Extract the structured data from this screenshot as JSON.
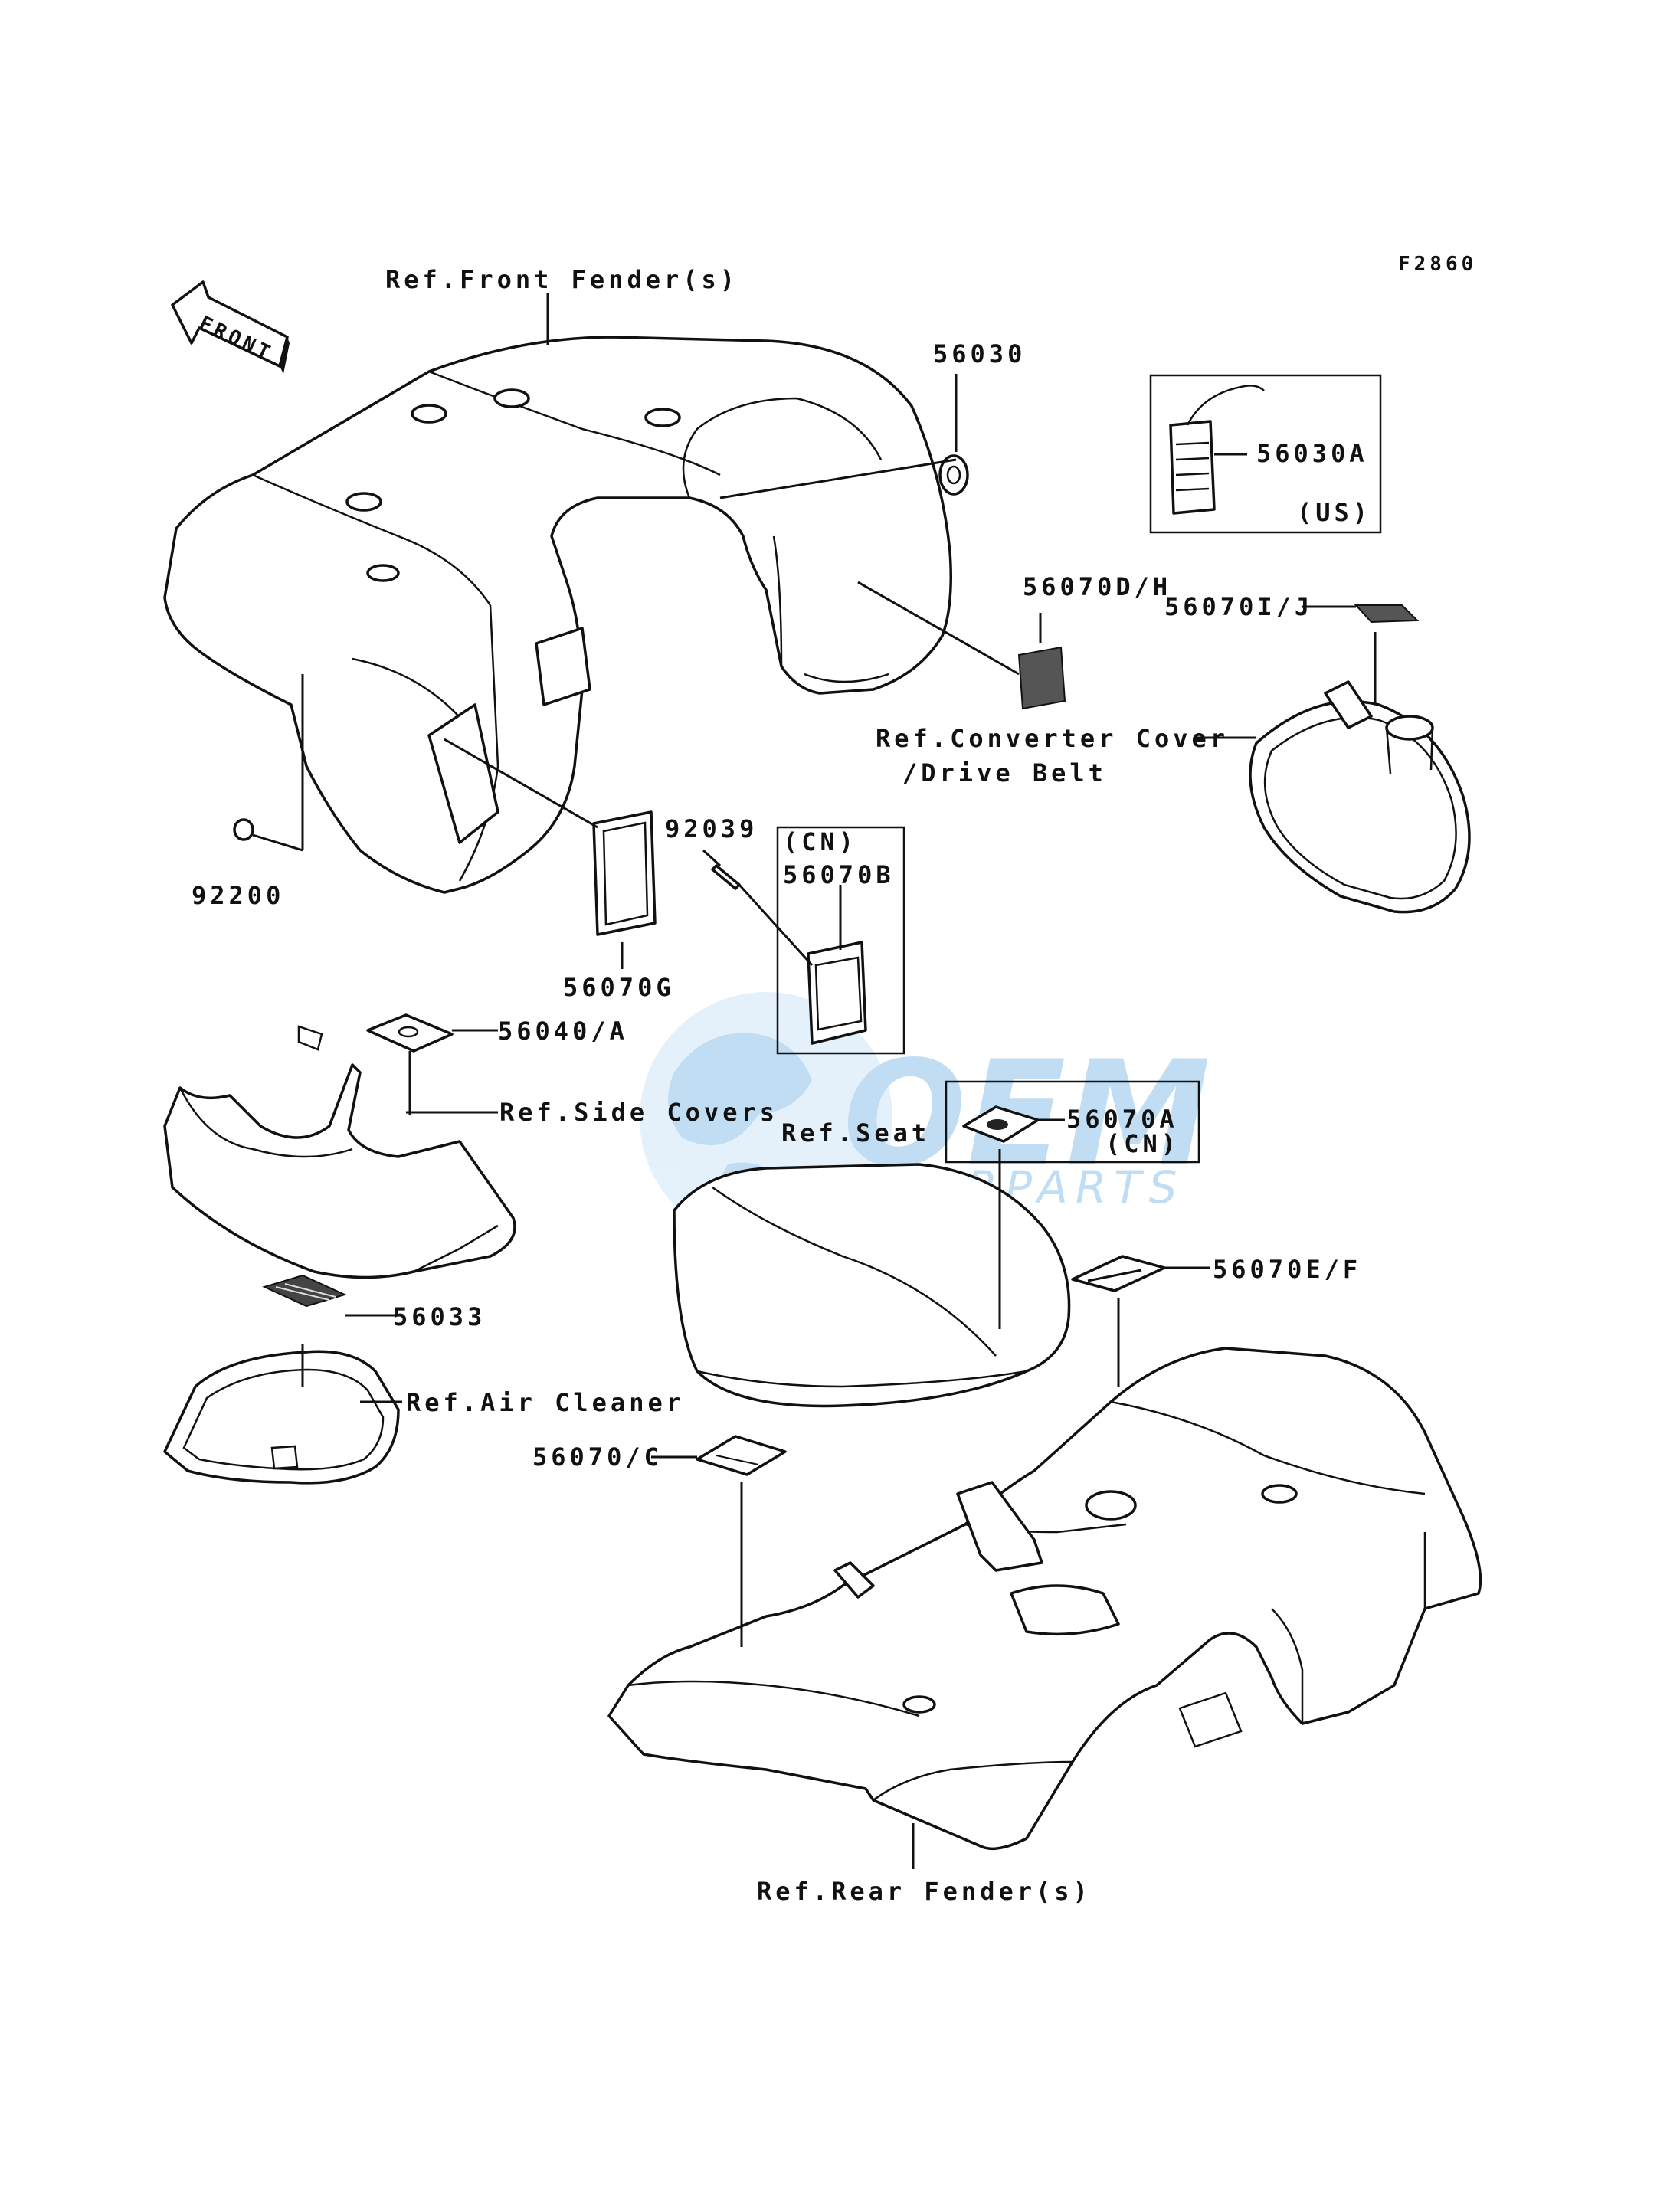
{
  "figure_code": "F2860",
  "front_arrow": "FRONT",
  "watermark": {
    "brand": "OEM",
    "sub": "MOTORPARTS",
    "color": "#8fc3ea"
  },
  "labels": {
    "ref_front_fender": "Ref.Front Fender(s)",
    "p56030": "56030",
    "p56030A": "56030A",
    "us": "(US)",
    "p56070DH": "56070D/H",
    "p56070IJ": "56070I/J",
    "ref_converter_cover_1": "Ref.Converter Cover",
    "ref_converter_cover_2": "/Drive Belt",
    "p92039": "92039",
    "cn_b": "(CN)",
    "p56070B": "56070B",
    "p92200": "92200",
    "p56070G": "56070G",
    "p56040A": "56040/A",
    "ref_side_covers": "Ref.Side Covers",
    "ref_seat": "Ref.Seat",
    "p56070A": "56070A",
    "cn_a": "(CN)",
    "p56033": "56033",
    "ref_air_cleaner": "Ref.Air Cleaner",
    "p56070EF": "56070E/F",
    "p56070C": "56070/C",
    "ref_rear_fender": "Ref.Rear Fender(s)"
  }
}
